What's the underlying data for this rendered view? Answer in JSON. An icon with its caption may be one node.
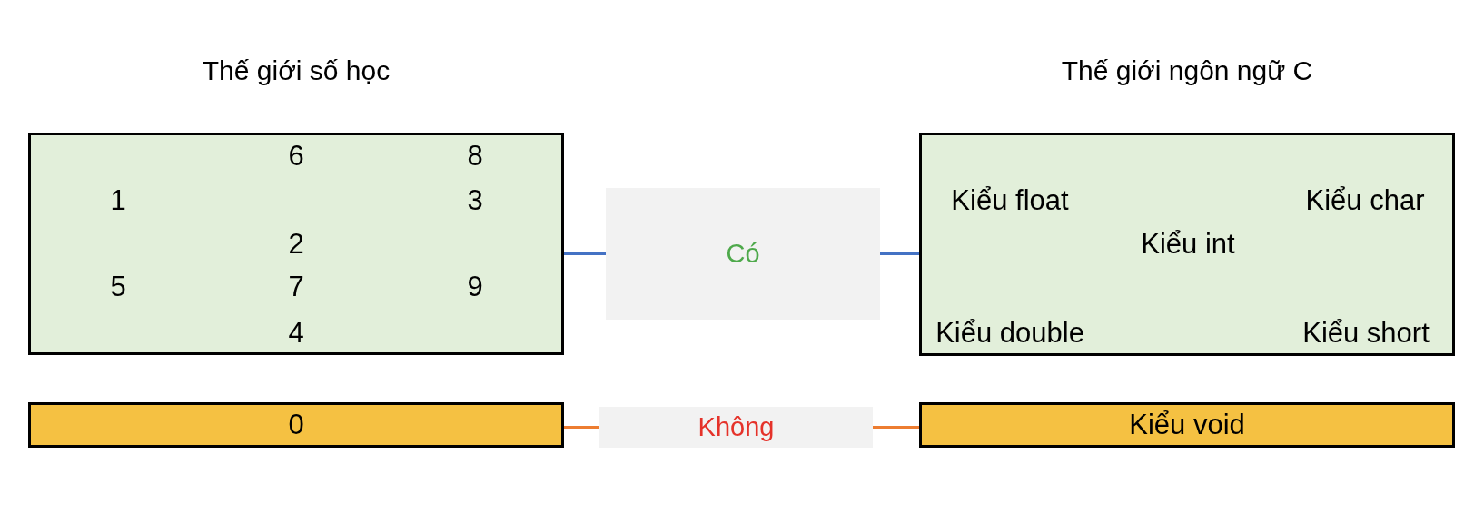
{
  "diagram": {
    "nodes": [
      {
        "text": [
          "Thế giới số học",
          "6",
          "8",
          "1",
          "3",
          "2",
          "5",
          "7",
          "9",
          "4"
        ]
      },
      {
        "text": [
          "Có"
        ]
      },
      {
        "text": [
          "Thế giới ngôn ngữ C",
          "Kiểu float",
          "Kiểu char",
          "Kiểu int",
          "Kiểu double",
          "Kiểu short"
        ]
      },
      {
        "text": [
          "0"
        ]
      },
      {
        "text": [
          "Không"
        ]
      },
      {
        "text": [
          "Kiểu void"
        ]
      }
    ],
    "edges": [
      {
        "from": 0,
        "to": 1,
        "arrow": "none",
        "color": "#4472c4"
      },
      {
        "from": 1,
        "to": 2,
        "arrow": "none",
        "color": "#4472c4"
      },
      {
        "from": 3,
        "to": 4,
        "arrow": "none",
        "color": "#ed7d31"
      },
      {
        "from": 4,
        "to": 5,
        "arrow": "none",
        "color": "#ed7d31"
      }
    ]
  }
}
